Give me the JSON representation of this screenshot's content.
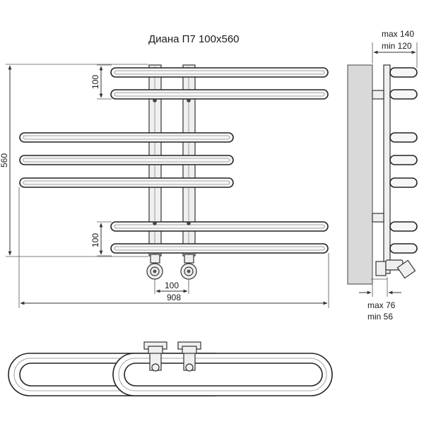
{
  "title": "Диана П7 100x560",
  "dimensions": {
    "height": "560",
    "top_spacing": "100",
    "bottom_spacing": "100",
    "connection_spacing": "100",
    "width": "908",
    "side_max": "max 140",
    "side_min": "min 120",
    "wall_max": "max 76",
    "wall_min": "min 56"
  }
}
